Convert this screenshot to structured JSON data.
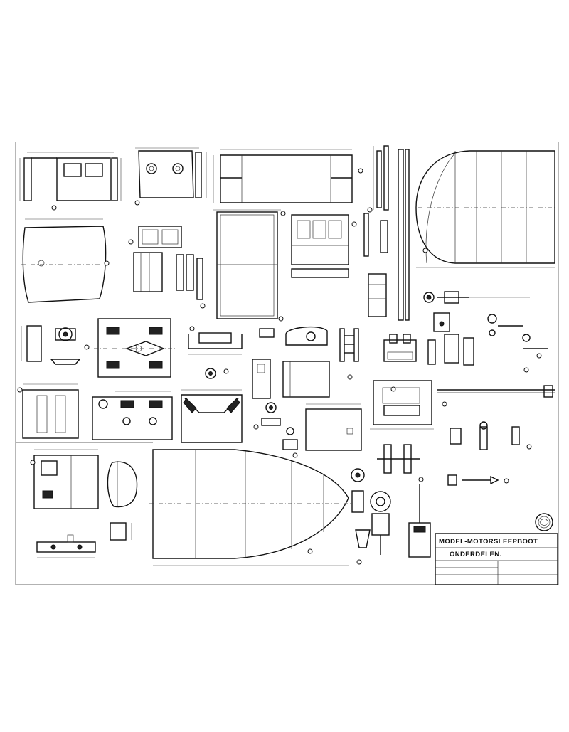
{
  "title_block": {
    "title_line_1": "MODEL-MOTORSLEEPBOOT",
    "title_line_2": "ONDERDELEN.",
    "row_1": "",
    "row_2": "",
    "row_3": "",
    "date_text": ""
  },
  "icons": {
    "logo": "circular-stamp-logo"
  },
  "colors": {
    "paper": "#ffffff",
    "ink": "#111111"
  }
}
